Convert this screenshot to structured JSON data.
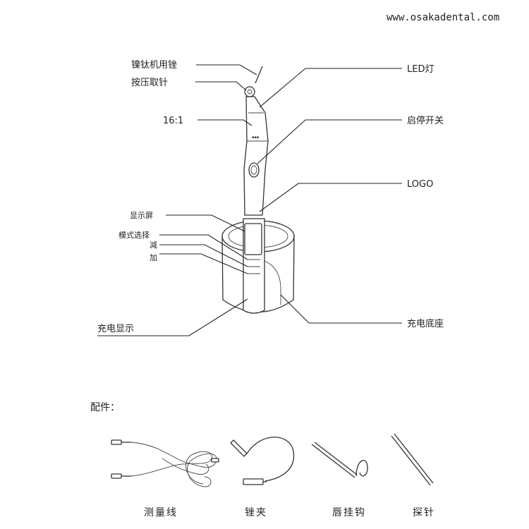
{
  "watermark": "www.osakadental.com",
  "labels": {
    "nickel_titanium_file": "镍钛机用锉",
    "push_release": "按压取针",
    "ratio": "16:1",
    "led": "LED灯",
    "power_switch": "启停开关",
    "logo": "LOGO",
    "display": "显示屏",
    "mode_select": "模式选择",
    "minus": "减",
    "plus": "加",
    "charge_indicator": "充电显示",
    "charging_base": "充电底座"
  },
  "accessories": {
    "heading": "配件：",
    "items": [
      "测量线",
      "锉夹",
      "唇挂钩",
      "探针"
    ]
  },
  "colors": {
    "line": "#222222",
    "background": "#ffffff"
  }
}
